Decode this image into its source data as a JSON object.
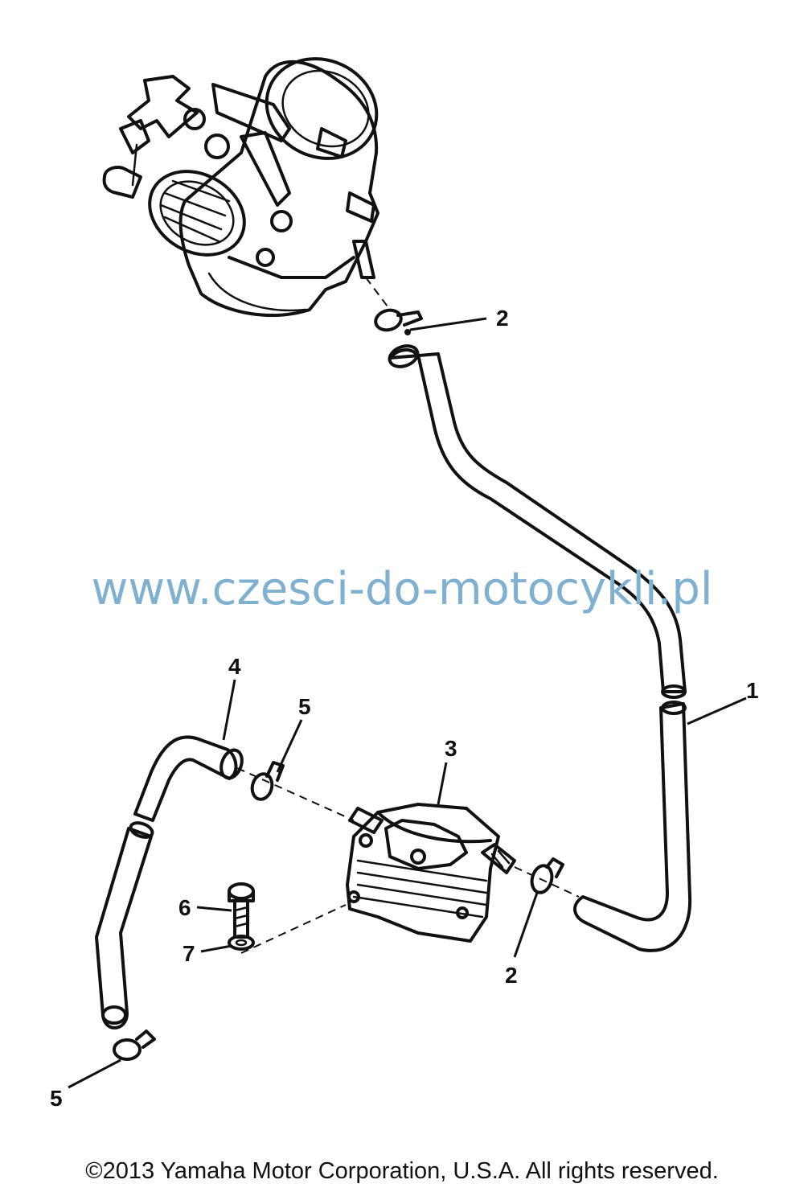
{
  "watermark": "www.czesci-do-motocykli.pl",
  "copyright": "©2013 Yamaha Motor Corporation, U.S.A. All rights reserved.",
  "callouts": {
    "c1": "1",
    "c2_top": "2",
    "c2_bottom": "2",
    "c3": "3",
    "c4": "4",
    "c5_top": "5",
    "c5_bottom": "5",
    "c6": "6",
    "c7": "7"
  },
  "parts": [
    "carburetor",
    "hose-1",
    "clip-2",
    "fuel-pump-3",
    "hose-4",
    "clip-5",
    "bolt-6",
    "washer-7"
  ]
}
